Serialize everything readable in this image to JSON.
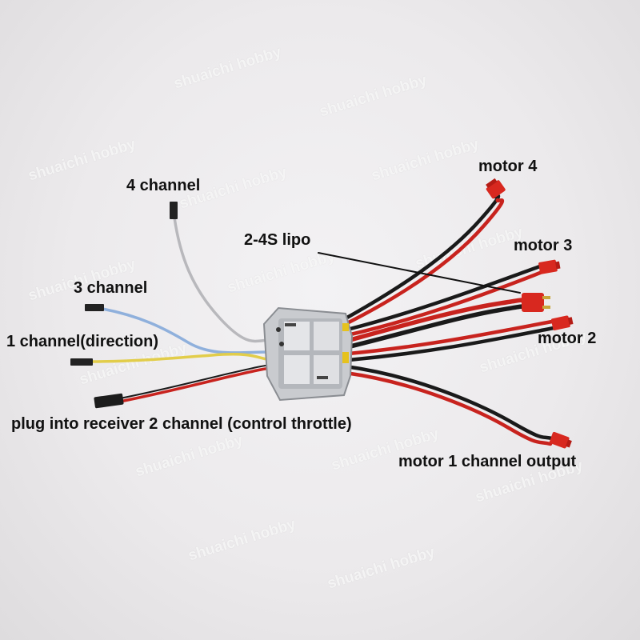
{
  "watermark": "shuaichi hobby",
  "labels": {
    "channel_4": "4 channel",
    "lipo": "2-4S lipo",
    "motor_4": "motor 4",
    "motor_3": "motor 3",
    "channel_3": "3 channel",
    "channel_1": "1 channel(direction)",
    "motor_2": "motor 2",
    "receiver": "plug into receiver 2 channel (control throttle)",
    "motor_1": "motor 1 channel output"
  },
  "colors": {
    "wire_red": "#c8231e",
    "wire_black": "#1a1a1a",
    "wire_blue": "#8fb0dc",
    "wire_yellow": "#e2cd4a",
    "wire_gray": "#b8b8bc",
    "connector_red": "#d8281f",
    "board": "#c9cbcf"
  }
}
